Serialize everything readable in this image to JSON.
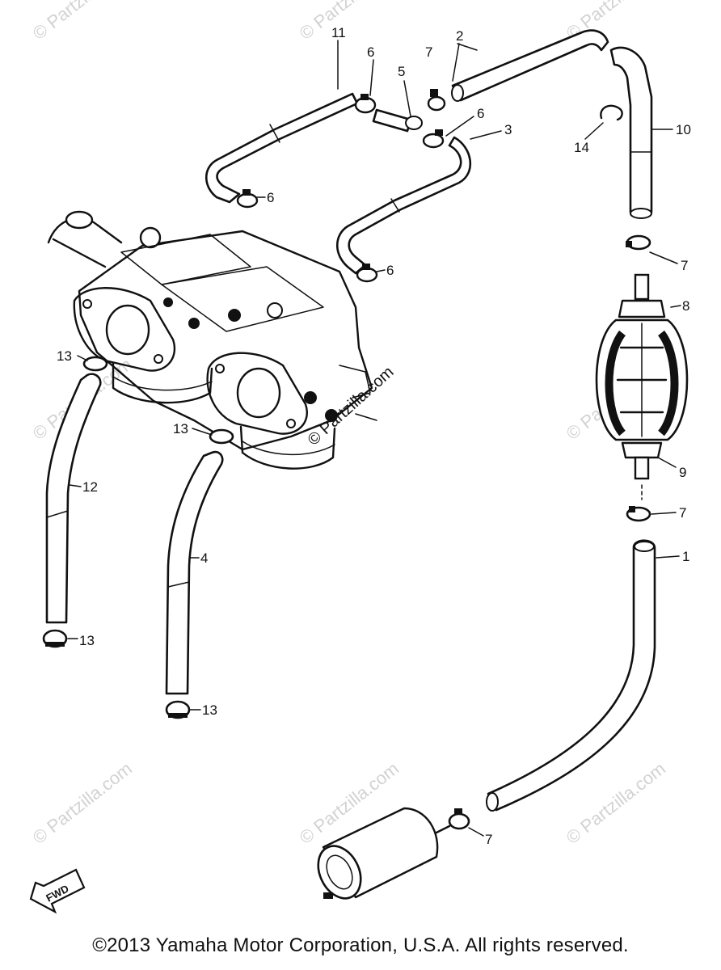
{
  "watermark": "© Partzilla.com",
  "center_watermark": "© Partzilla.com",
  "forward_label": "FWD",
  "callouts": {
    "c1": "1",
    "c2": "2",
    "c3": "3",
    "c4": "4",
    "c5": "5",
    "c6a": "6",
    "c6b": "6",
    "c6c": "6",
    "c6d": "6",
    "c7a": "7",
    "c7b": "7",
    "c7c": "7",
    "c7d": "7",
    "c8": "8",
    "c9": "9",
    "c10": "10",
    "c11": "11",
    "c12": "12",
    "c13a": "13",
    "c13b": "13",
    "c13c": "13",
    "c13d": "13",
    "c14": "14"
  },
  "copyright": "©2013  Yamaha Motor Corporation, U.S.A. All rights reserved."
}
